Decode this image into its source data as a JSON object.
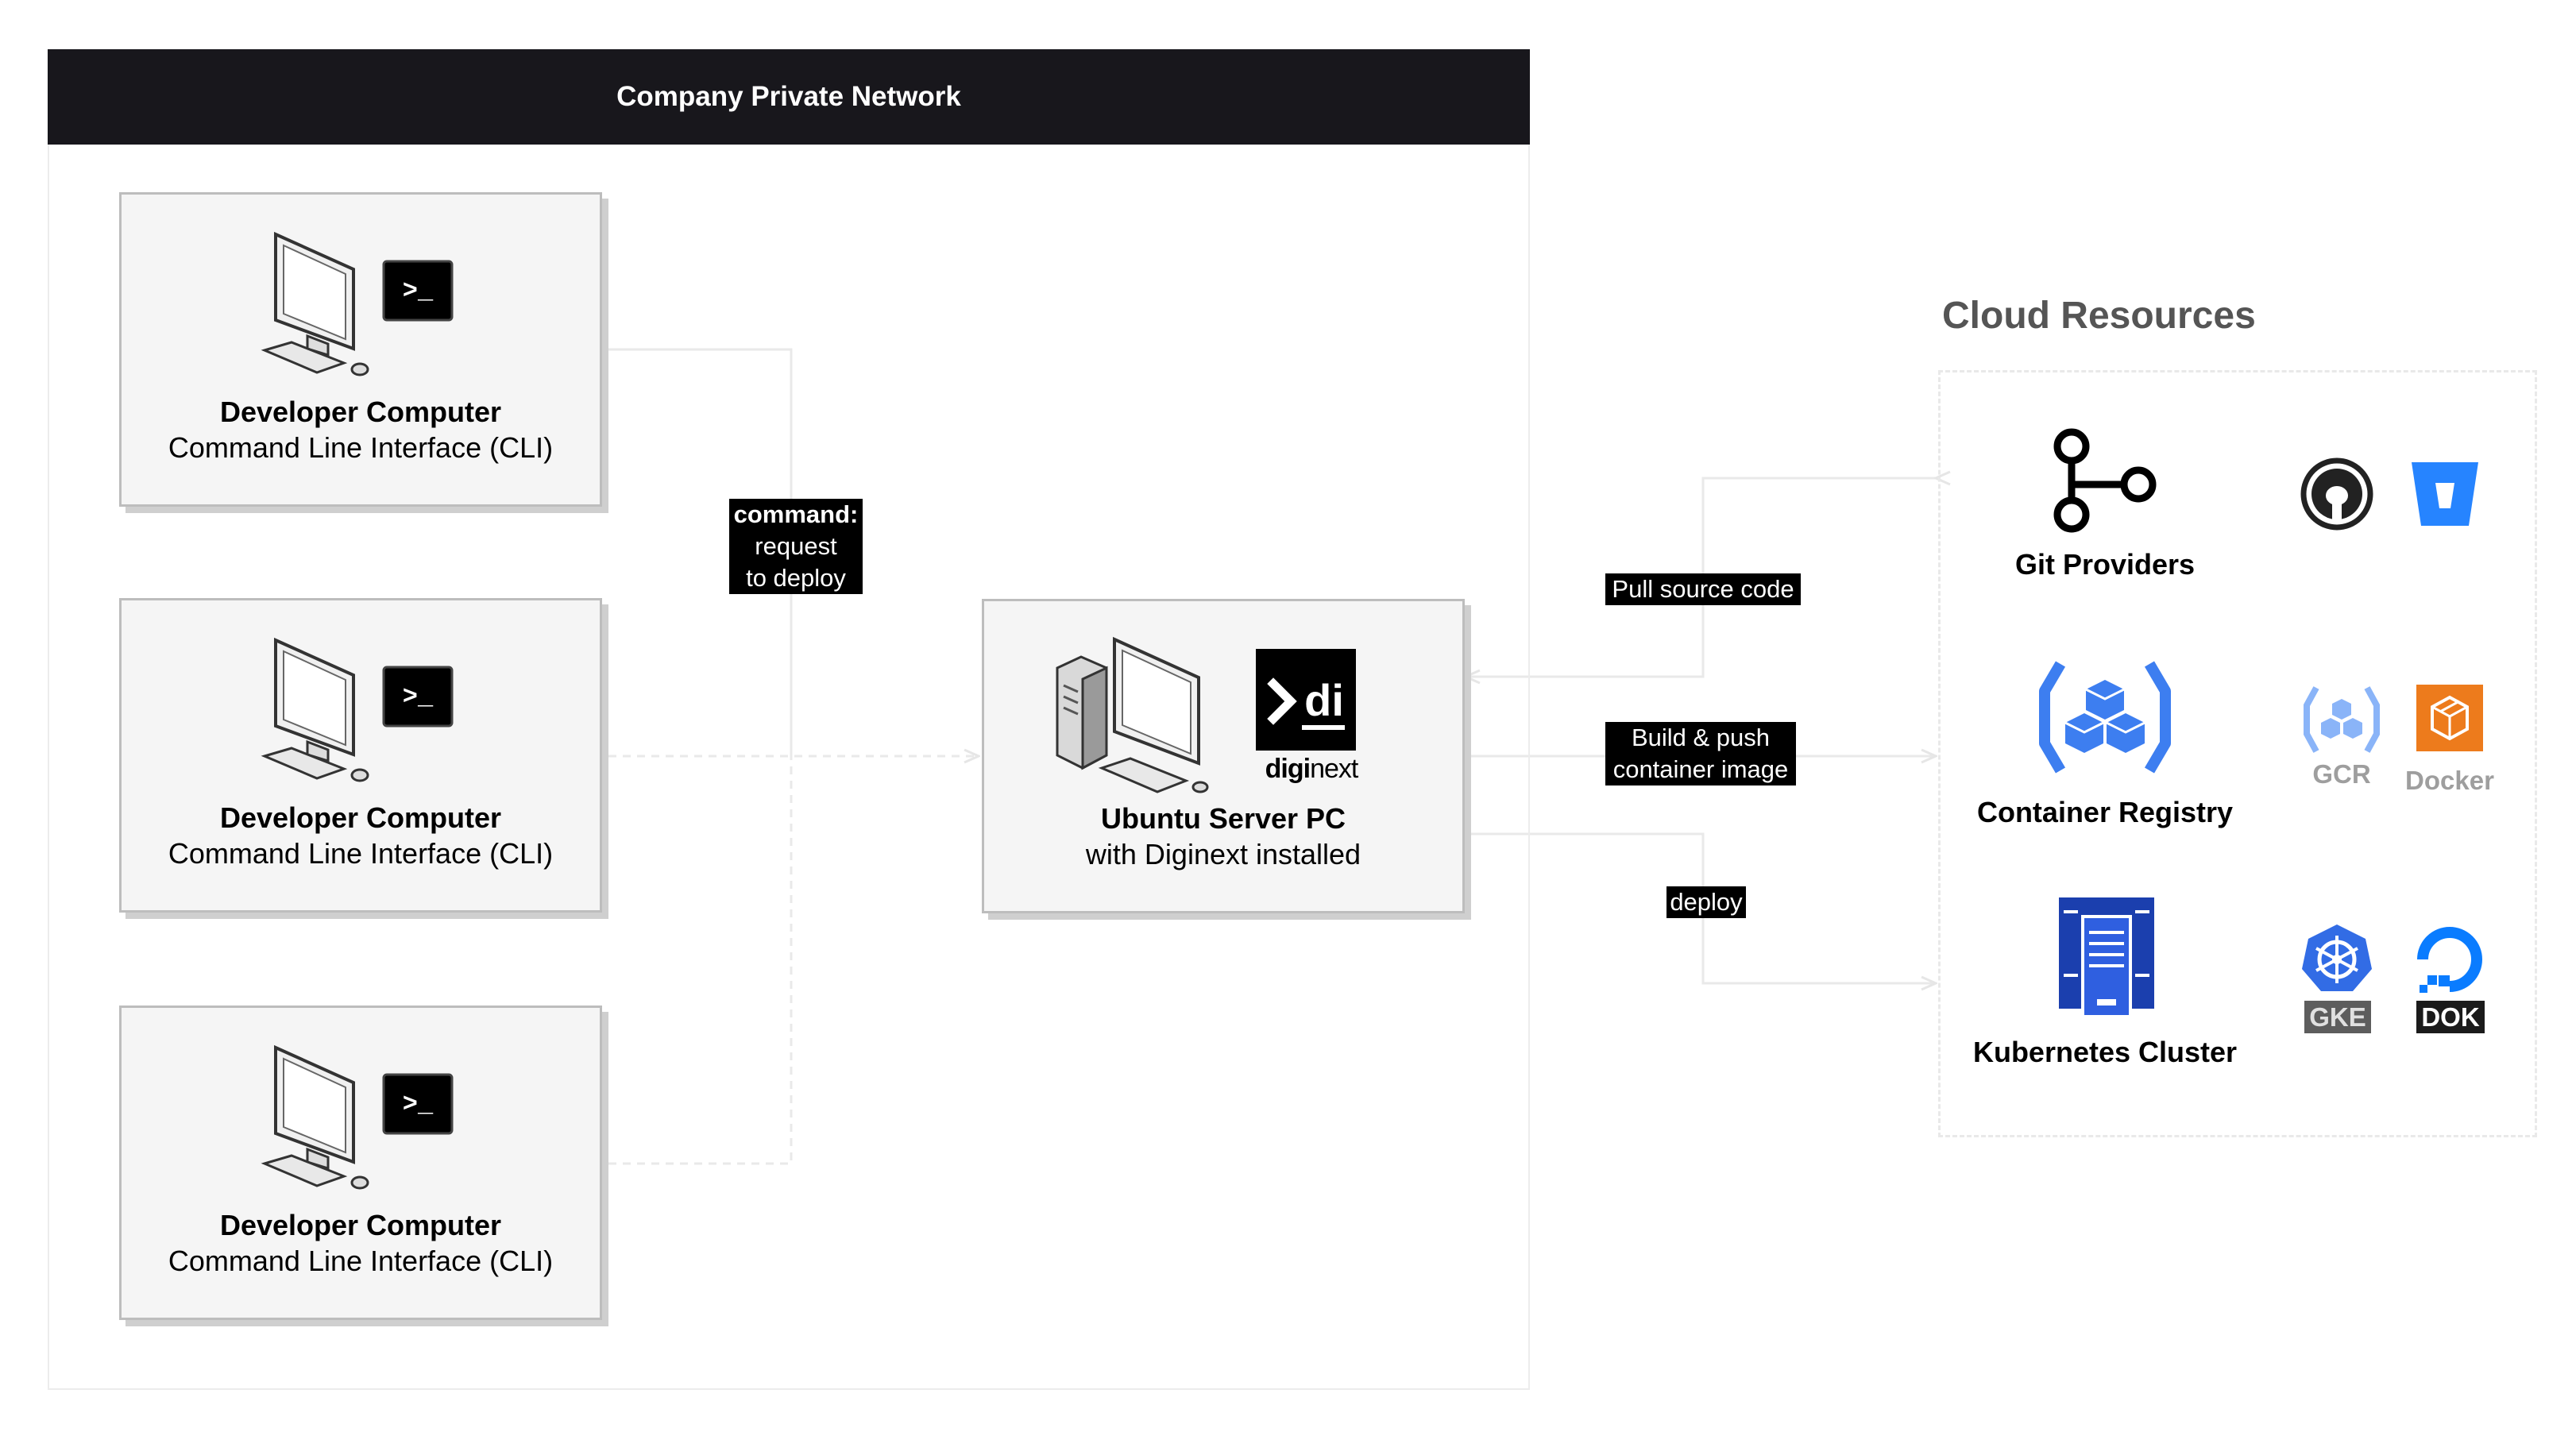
{
  "network": {
    "title": "Company Private Network"
  },
  "developers": [
    {
      "title": "Developer Computer",
      "subtitle": "Command Line Interface (CLI)",
      "terminal": ">_"
    },
    {
      "title": "Developer Computer",
      "subtitle": "Command Line Interface (CLI)",
      "terminal": ">_"
    },
    {
      "title": "Developer Computer",
      "subtitle": "Command Line Interface (CLI)",
      "terminal": ">_"
    }
  ],
  "server": {
    "title": "Ubuntu Server PC",
    "subtitle": "with Diginext installed",
    "logo_mark": "di",
    "logo_text_1": "digi",
    "logo_text_2": "next"
  },
  "edges": {
    "command": [
      "command:",
      "request",
      "to deploy"
    ],
    "pull": "Pull source code",
    "build": [
      "Build & push",
      "container image"
    ],
    "deploy": "deploy"
  },
  "cloud": {
    "title": "Cloud Resources",
    "git": {
      "label": "Git Providers",
      "icons": [
        "github-icon",
        "bitbucket-icon"
      ]
    },
    "registry": {
      "label": "Container Registry",
      "gcr": "GCR",
      "docker": "Docker"
    },
    "k8s": {
      "label": "Kubernetes Cluster",
      "gke": "GKE",
      "dok": "DOK"
    }
  },
  "colors": {
    "header": "#18171c",
    "accent_blue": "#3d7ef0",
    "node_bg": "#f5f5f5",
    "kube_blue": "#326ce5",
    "docker_orange": "#ed7b1c"
  }
}
